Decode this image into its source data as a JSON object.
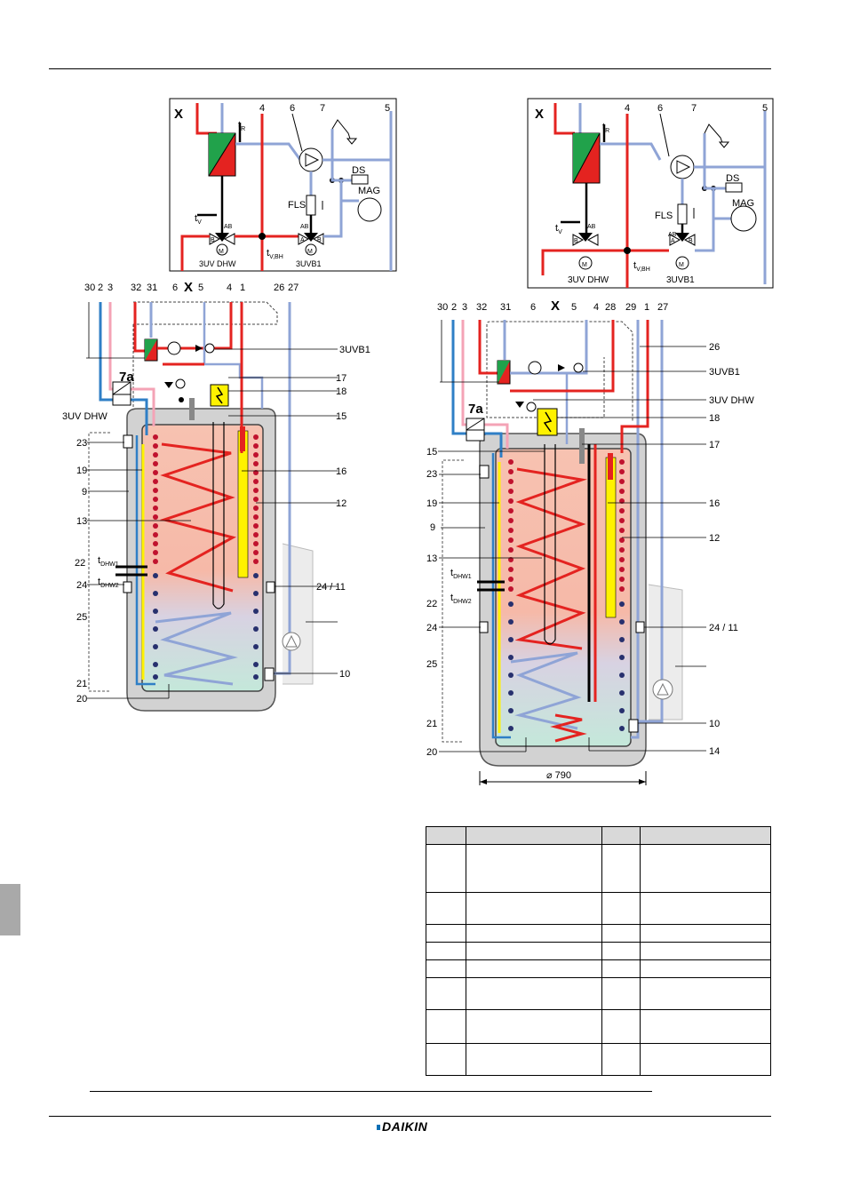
{
  "brand": {
    "logo_text": "DAIKIN"
  },
  "colors": {
    "hot": "#e42320",
    "cold": "#8fa4d6",
    "pink": "#f4a3b6",
    "tank_hot": "#f4b9a6",
    "tank_cold": "#c8e9dc",
    "shell": "#d2d2d2",
    "heater": "#fff200",
    "green": "#21a24b"
  },
  "left": {
    "top": {
      "box_label": "X",
      "tr": "t",
      "tr_sub": "R",
      "tv": "t",
      "tv_sub": "V",
      "tvbh": "t",
      "tvbh_sub": "V,BH",
      "n4": "4",
      "n6": "6",
      "n7": "7",
      "n5": "5",
      "ds": "DS",
      "mag": "MAG",
      "fls": "FLS",
      "ab1": "AB",
      "ab2": "AB",
      "a": "A",
      "b1": "B",
      "b2": "B",
      "m": "M",
      "v1": "3UV DHW",
      "v2": "3UVB1"
    },
    "top_numbers": [
      "30",
      "2",
      "3",
      "32",
      "31",
      "6",
      "X",
      "5",
      "4",
      "1",
      "26",
      "27"
    ],
    "labels": {
      "l7a": "7a",
      "l3uvdhw": "3UV DHW",
      "l23": "23",
      "l19": "19",
      "l9": "9",
      "l13": "13",
      "ldhw1": "t",
      "ldhw1_sub": "DHW1",
      "ldhw2": "t",
      "ldhw2_sub": "DHW2",
      "l22": "22",
      "l24": "24",
      "l25": "25",
      "l21": "21",
      "l20": "20",
      "r3uvb1": "3UVB1",
      "r17": "17",
      "r18": "18",
      "r15": "15",
      "r16": "16",
      "r12": "12",
      "r2411": "24 / 11",
      "r10": "10"
    }
  },
  "right": {
    "top": {
      "box_label": "X",
      "tr": "t",
      "tr_sub": "R",
      "tv": "t",
      "tv_sub": "V",
      "tvbh": "t",
      "tvbh_sub": "V,BH",
      "n4": "4",
      "n6": "6",
      "n7": "7",
      "n5": "5",
      "ds": "DS",
      "mag": "MAG",
      "fls": "FLS",
      "ab1": "AB",
      "ab2": "AB",
      "a": "A",
      "b1": "B",
      "b2": "B",
      "m": "M",
      "v1": "3UV DHW",
      "v2": "3UVB1"
    },
    "top_numbers": [
      "30",
      "2",
      "3",
      "32",
      "31",
      "6",
      "X",
      "5",
      "4",
      "28",
      "29",
      "1",
      "27"
    ],
    "labels": {
      "l7a": "7a",
      "l15": "15",
      "l23": "23",
      "l19": "19",
      "l9": "9",
      "l13": "13",
      "ldhw1": "t",
      "ldhw1_sub": "DHW1",
      "ldhw2": "t",
      "ldhw2_sub": "DHW2",
      "l22": "22",
      "l24": "24",
      "l25": "25",
      "l21": "21",
      "l20": "20",
      "r26": "26",
      "r3uvb1": "3UVB1",
      "r3uvdhw": "3UV DHW",
      "r18": "18",
      "r17": "17",
      "r16": "16",
      "r12": "12",
      "r2411": "24 / 11",
      "r10": "10",
      "r14": "14",
      "dim": "⌀ 790"
    }
  }
}
